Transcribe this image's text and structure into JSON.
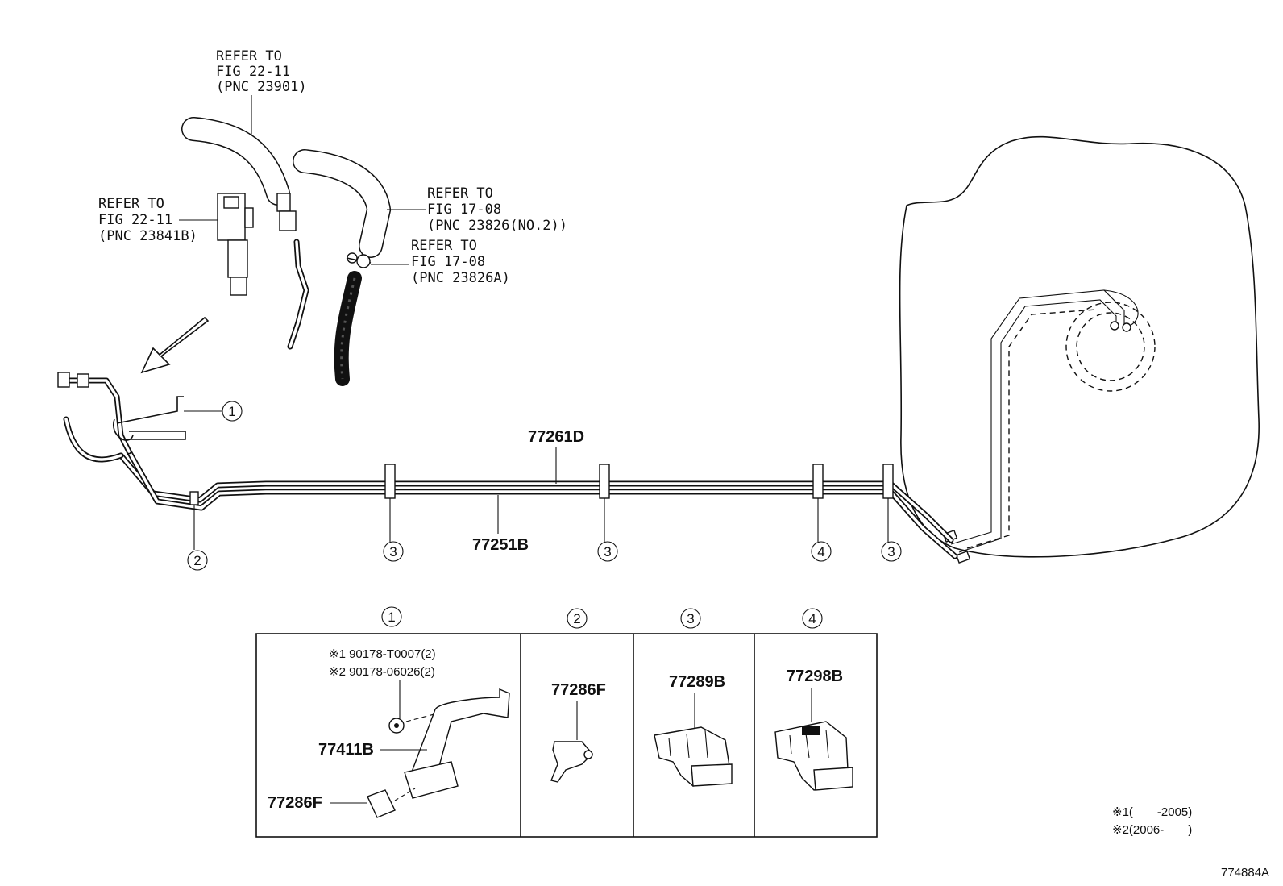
{
  "refs": {
    "pnc23901": [
      "REFER TO",
      "FIG 22-11",
      "(PNC 23901)"
    ],
    "pnc23841b": [
      "REFER TO",
      "FIG 22-11",
      "(PNC 23841B)"
    ],
    "pnc23826no2": [
      "REFER TO",
      "FIG 17-08",
      "(PNC 23826(NO.2))"
    ],
    "pnc23826a": [
      "REFER TO",
      "FIG 17-08",
      "(PNC 23826A)"
    ]
  },
  "main_parts": {
    "upper_pipe": "77261D",
    "lower_pipe": "77251B"
  },
  "callouts": {
    "c1": "1",
    "c2": "2",
    "c3a": "3",
    "c3b": "3",
    "c4": "4",
    "c3c": "3"
  },
  "detail": {
    "panels": [
      {
        "callout": "1",
        "parts": [
          "※1 90178-T0007(2)",
          "※2 90178-06026(2)",
          "77411B",
          "77286F"
        ]
      },
      {
        "callout": "2",
        "parts": [
          "77286F"
        ]
      },
      {
        "callout": "3",
        "parts": [
          "77289B"
        ]
      },
      {
        "callout": "4",
        "parts": [
          "77298B"
        ]
      }
    ]
  },
  "notes": {
    "n1": "※1(　　-2005)",
    "n2": "※2(2006-　　)"
  },
  "figure_id": "774884A"
}
